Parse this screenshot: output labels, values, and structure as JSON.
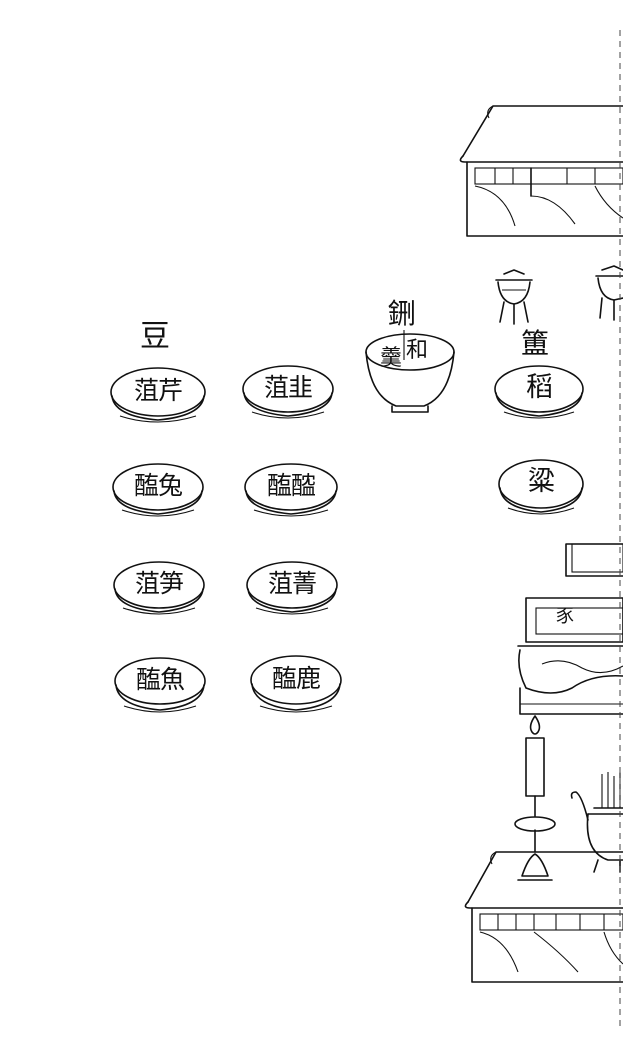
{
  "headings": {
    "dou": "豆",
    "xing": "鉶",
    "fu": "簠"
  },
  "dou_dishes": [
    {
      "text": "菹芹"
    },
    {
      "text": "菹韭"
    },
    {
      "text": "醢兔"
    },
    {
      "text": "醢醓"
    },
    {
      "text": "菹笋"
    },
    {
      "text": "菹菁"
    },
    {
      "text": "醢魚"
    },
    {
      "text": "醢鹿"
    }
  ],
  "xing_dish": {
    "line1": "和",
    "line2": "羹"
  },
  "fu_dishes": [
    {
      "text": "稻"
    },
    {
      "text": "粱"
    }
  ],
  "offering_table_label": "豕"
}
